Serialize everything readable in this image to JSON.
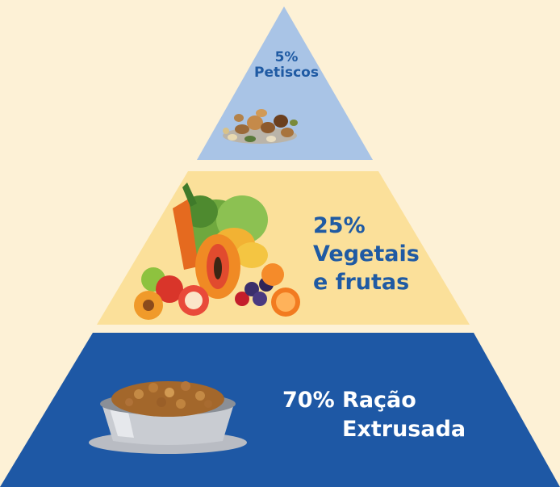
{
  "colors": {
    "background": "#fdf1d6",
    "top_tier": "#a9c4e6",
    "middle_tier": "#fbe09a",
    "bottom_tier": "#1e58a5",
    "dark_label": "#1f5aa3",
    "light_label": "#ffffff"
  },
  "tiers": {
    "top": {
      "percent": "5%",
      "name": "Petiscos",
      "share": 5,
      "icon": "nuts-pile-icon"
    },
    "middle": {
      "percent": "25%",
      "line1": "Vegetais",
      "line2": "e frutas",
      "share": 25,
      "icon": "vegetables-fruits-icon"
    },
    "bottom": {
      "line1": "70% Ração",
      "line2": "Extrusada",
      "share": 70,
      "icon": "kibble-bowl-icon"
    }
  }
}
